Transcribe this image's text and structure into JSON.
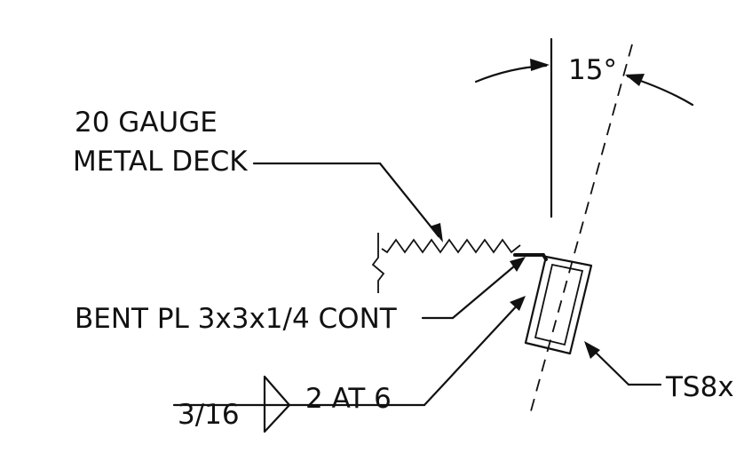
{
  "labels": {
    "angle": "15°",
    "deck_line1": "20 GAUGE",
    "deck_line2": "METAL DECK",
    "bent_plate": "BENT PL 3x3x1/4  CONT",
    "tube": "TS8x",
    "weld_size": "3/16",
    "weld_spacing": "2 AT 6"
  },
  "colors": {
    "ink": "#111111",
    "paper": "#ffffff"
  }
}
